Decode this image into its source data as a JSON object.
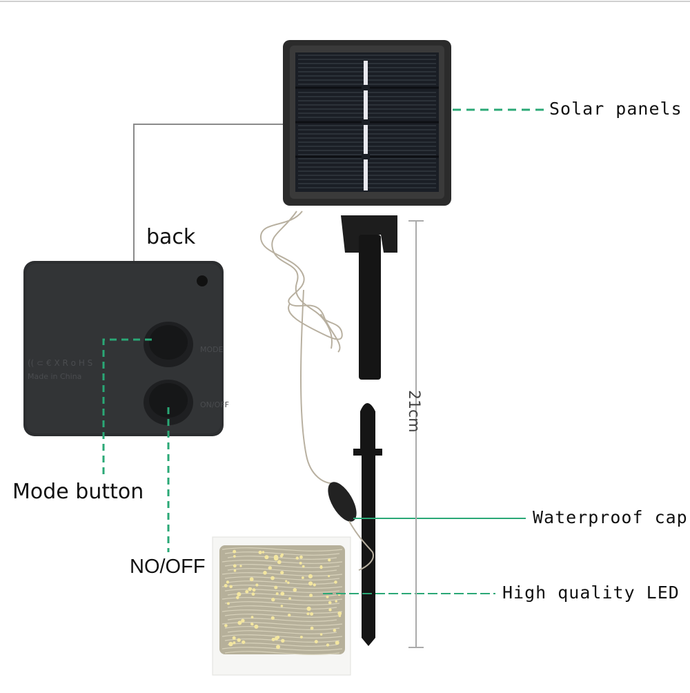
{
  "labels": {
    "solar_panels": "Solar panels",
    "back": "back",
    "mode_button": "Mode button",
    "on_off": "NO/OFF",
    "waterproof_cap": "Waterproof cap",
    "high_quality_led": "High quality LED",
    "height": "21cm"
  },
  "colors": {
    "leader_line": "#2aa876",
    "panel_body": "#2a2a2a",
    "cell": "#1b1f26",
    "stake": "#1a1a1a",
    "wire": "#b8b0a0",
    "led": "#f3e6a0"
  },
  "icons": [
    "solar-panel",
    "battery-box",
    "mode-button",
    "power-button",
    "ground-stake",
    "led-string-coil"
  ]
}
